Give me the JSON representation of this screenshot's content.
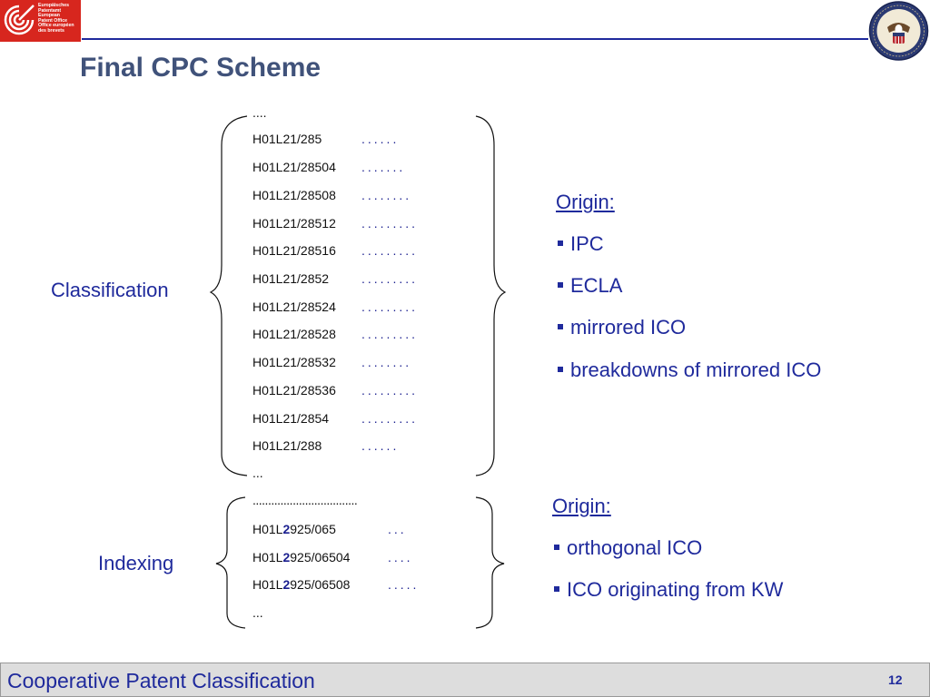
{
  "header": {
    "logo_text": "Europäisches\nPatentamt\nEuropean\nPatent Office\nOffice européen\ndes brevets",
    "title": "Final CPC Scheme"
  },
  "classification": {
    "label": "Classification",
    "top": "....",
    "codes": [
      {
        "code": "H01L21/285",
        "dots": "......"
      },
      {
        "code": "H01L21/28504",
        "dots": "......."
      },
      {
        "code": "H01L21/28508",
        "dots": "........"
      },
      {
        "code": "H01L21/28512",
        "dots": "........."
      },
      {
        "code": "H01L21/28516",
        "dots": "........."
      },
      {
        "code": "H01L21/2852",
        "dots": "........."
      },
      {
        "code": "H01L21/28524",
        "dots": "........."
      },
      {
        "code": "H01L21/28528",
        "dots": "........."
      },
      {
        "code": "H01L21/28532",
        "dots": "........"
      },
      {
        "code": "H01L21/28536",
        "dots": "........."
      },
      {
        "code": "H01L21/2854",
        "dots": "........."
      },
      {
        "code": "H01L21/288",
        "dots": "......"
      }
    ],
    "bottom": "...",
    "origin": {
      "heading": "Origin:",
      "items": [
        "IPC",
        "ECLA",
        "mirrored ICO",
        "breakdowns of mirrored ICO"
      ]
    }
  },
  "indexing": {
    "label": "Indexing",
    "top": "..................................",
    "codes": [
      {
        "pre": "H01L",
        "hl": "2",
        "post": "925/065",
        "dots": "..."
      },
      {
        "pre": "H01L",
        "hl": "2",
        "post": "925/06504",
        "dots": "...."
      },
      {
        "pre": "H01L",
        "hl": "2",
        "post": "925/06508",
        "dots": "....."
      }
    ],
    "bottom": "...",
    "origin": {
      "heading": "Origin:",
      "items": [
        "orthogonal ICO",
        "ICO originating from KW"
      ]
    }
  },
  "footer": {
    "text": "Cooperative Patent Classification",
    "page": "12"
  },
  "colors": {
    "accent": "#1f2a9c",
    "title": "#40527a",
    "epo_red": "#d7261e",
    "footer_bg": "#dddddd"
  }
}
